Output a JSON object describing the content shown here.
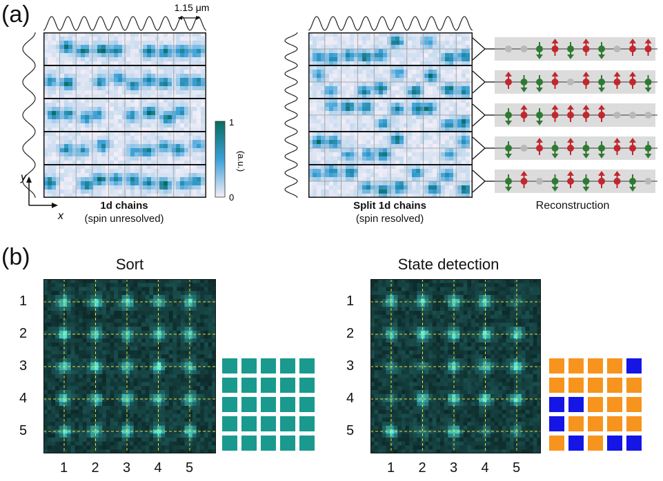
{
  "figure": {
    "panel_a": {
      "label": "(a)",
      "scale_bar": "1.15 μm",
      "left_caption_bold": "1d chains",
      "left_caption_sub": "(spin unresolved)",
      "right_caption_bold": "Split 1d chains",
      "right_caption_sub": "(spin resolved)",
      "reconstruction_label": "Reconstruction",
      "axis_x": "x",
      "axis_y": "y",
      "colorbar": {
        "label": "(a.u.)",
        "max": "1",
        "min": "0",
        "color_low": "#f3eef7",
        "color_mid": "#3aa0d8",
        "color_high": "#0b6b5e"
      },
      "chains": [
        [
          "empty",
          "empty",
          "down",
          "up",
          "down",
          "up",
          "down",
          "empty",
          "up",
          "up"
        ],
        [
          "up",
          "down",
          "down",
          "up",
          "empty",
          "up",
          "down",
          "up",
          "up",
          "down"
        ],
        [
          "down",
          "up",
          "down",
          "up",
          "up",
          "up",
          "up",
          "empty",
          "empty",
          "empty"
        ],
        [
          "down",
          "empty",
          "up",
          "down",
          "up",
          "down",
          "down",
          "up",
          "up",
          "down"
        ],
        [
          "down",
          "up",
          "empty",
          "down",
          "up",
          "down",
          "up",
          "up",
          "down",
          "empty"
        ]
      ],
      "spin_colors": {
        "up": "#c0282d",
        "down": "#2e7a32",
        "empty": "#b8b8b8"
      }
    },
    "panel_b": {
      "label": "(b)",
      "left_title": "Sort",
      "right_title": "State detection",
      "row_ticks": [
        "1",
        "2",
        "3",
        "4",
        "5"
      ],
      "col_ticks": [
        "1",
        "2",
        "3",
        "4",
        "5"
      ],
      "sort_grid": [
        [
          "teal",
          "teal",
          "teal",
          "teal",
          "teal"
        ],
        [
          "teal",
          "teal",
          "teal",
          "teal",
          "teal"
        ],
        [
          "teal",
          "teal",
          "teal",
          "teal",
          "teal"
        ],
        [
          "teal",
          "teal",
          "teal",
          "teal",
          "teal"
        ],
        [
          "teal",
          "teal",
          "teal",
          "teal",
          "teal"
        ]
      ],
      "state_grid": [
        [
          "orange",
          "orange",
          "orange",
          "orange",
          "blue"
        ],
        [
          "orange",
          "orange",
          "orange",
          "orange",
          "orange"
        ],
        [
          "blue",
          "blue",
          "orange",
          "orange",
          "orange"
        ],
        [
          "blue",
          "orange",
          "orange",
          "orange",
          "orange"
        ],
        [
          "orange",
          "blue",
          "orange",
          "blue",
          "blue"
        ]
      ],
      "square_colors": {
        "teal": "#1a9a8e",
        "orange": "#f7941d",
        "blue": "#1515e6"
      },
      "image_colors": {
        "background": "#0a1e1e",
        "spot": "#4ef2ef",
        "gridline": "#e6e23a"
      }
    }
  }
}
